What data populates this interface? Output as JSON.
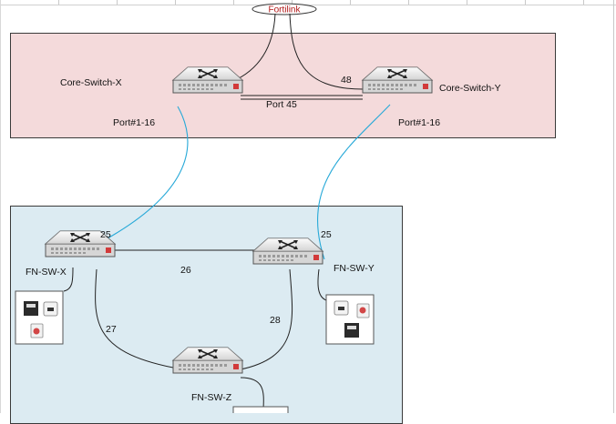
{
  "fortilink": {
    "label": "Fortilink"
  },
  "core": {
    "switch_x": {
      "label": "Core-Switch-X",
      "ports": "Port#1-16"
    },
    "switch_y": {
      "label": "Core-Switch-Y",
      "ports": "Port#1-16"
    },
    "link_45": "Port 45",
    "link_48": "48"
  },
  "access": {
    "sw_x": {
      "label": "FN-SW-X",
      "uplink_port": "25"
    },
    "sw_y": {
      "label": "FN-SW-Y",
      "uplink_port": "25"
    },
    "sw_z": {
      "label": "FN-SW-Z"
    },
    "link_26": "26",
    "link_27": "27",
    "link_28": "28"
  },
  "colors": {
    "core_zone_fill": "#f4dadb",
    "access_zone_fill": "#dcebf2",
    "uplink_cable": "#27a9d8",
    "fortilink_text": "#b01818"
  }
}
